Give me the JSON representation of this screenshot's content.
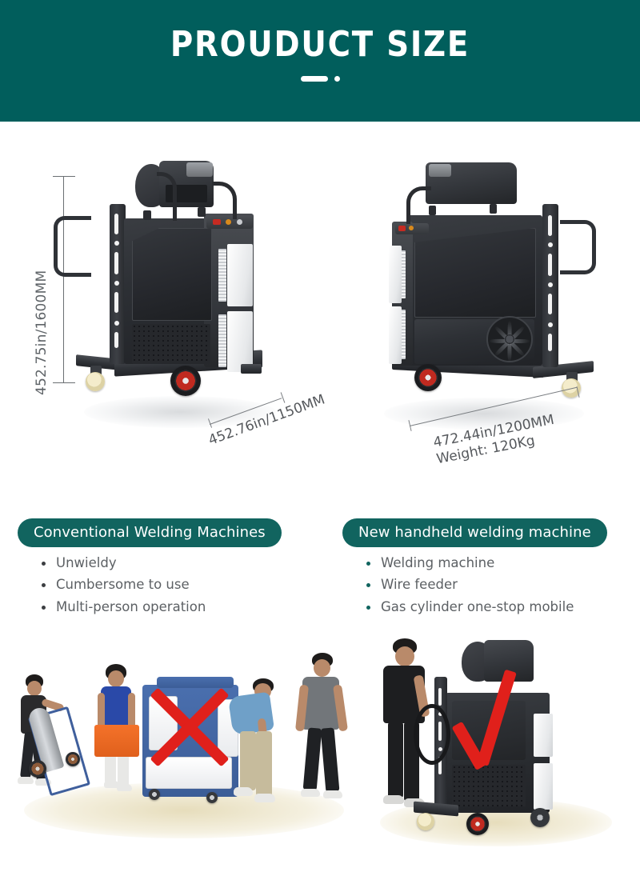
{
  "header": {
    "title": "PROUDUCT SIZE",
    "background_color": "#015e5c",
    "title_color": "#ffffff",
    "decoration": "bar-dot"
  },
  "dimensions": {
    "height_label": "452.75in/1600MM",
    "left_machine_width_label": "452.76in/1150MM",
    "right_machine_width_label": "472.44in/1200MM",
    "right_machine_weight_label": "Weight: 120Kg"
  },
  "comparison": {
    "left": {
      "pill_label": "Conventional Welding Machines",
      "bullets": [
        "Unwieldy",
        "Cumbersome to use",
        "Multi-person operation"
      ]
    },
    "right": {
      "pill_label": "New handheld welding machine",
      "bullets": [
        "Welding machine",
        "Wire feeder",
        "Gas cylinder one-stop mobile"
      ]
    },
    "pill_color": "#11645f",
    "bullet_text_color": "#5c6064"
  },
  "scenes": {
    "left": {
      "mark": "x-mark",
      "mark_color": "#e0201b"
    },
    "right": {
      "mark": "check-mark",
      "mark_color": "#e0201b"
    }
  },
  "colors": {
    "teal": "#015e5c",
    "pill_teal": "#11645f",
    "machine_dark": "#2d3035",
    "wheel_red": "#c02a20",
    "accent_red": "#e0201b"
  }
}
